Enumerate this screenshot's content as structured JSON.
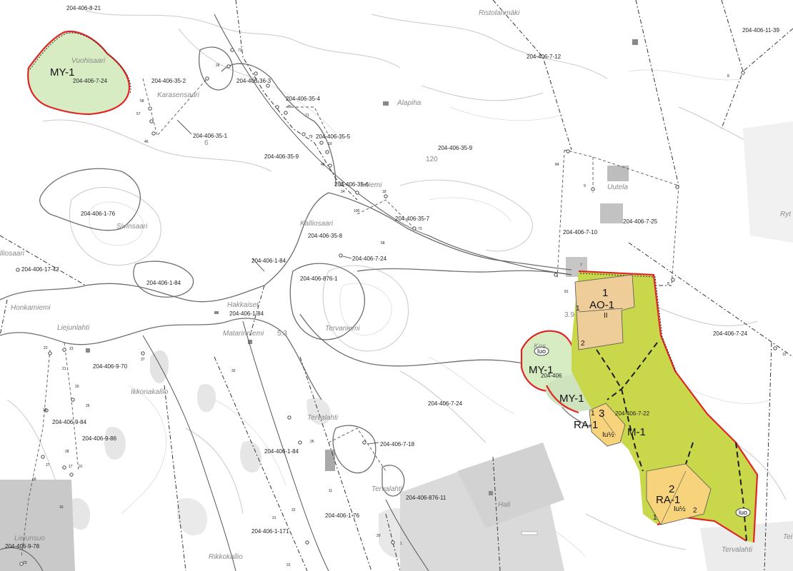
{
  "colors": {
    "my_zone": "#d7ecc3",
    "m_zone": "#c9d84a",
    "ao_zone": "#efcd98",
    "ra_zone": "#f7d37c",
    "boundary": "#e02525",
    "building": "#bdbdbd",
    "contour": "#c9c9c9"
  },
  "zones": [
    {
      "id": "my-north",
      "label": "MY-1",
      "icon": "none"
    },
    {
      "id": "my-east",
      "label": "MY-1",
      "badge": "luo"
    },
    {
      "id": "my-lower",
      "label": "MY-1"
    },
    {
      "id": "ao",
      "label": "AO-1",
      "number": "1",
      "mark": "II"
    },
    {
      "id": "m",
      "label": "M-1",
      "badge": "luo"
    },
    {
      "id": "ra-3",
      "label": "RA-1",
      "number": "3",
      "mark": "Iu½"
    },
    {
      "id": "ra-2",
      "label": "RA-1",
      "number": "2",
      "mark": "Iu½"
    }
  ],
  "zone_small_numbers": [
    "1",
    "2",
    "1",
    "1",
    "2"
  ],
  "place_names": [
    "Vuohisaari",
    "Karasensaari",
    "Alapiha",
    "Ristolanmäki",
    "Sivinsaari",
    "Kalliosaari",
    "Honkamiemi",
    "Liejunlahti",
    "Ikkonakallio",
    "Liejunsuo",
    "Tervaniemi",
    "Matarinniemi",
    "Tervalahti",
    "Hali",
    "Uutela",
    "Ryt",
    "Kos",
    "Tervalahti",
    "Rikkokallio",
    "Tei",
    "lliosaari",
    "Hakkaiset",
    "nniemi",
    "Tervalahti"
  ],
  "elevations": [
    "120",
    "5.3",
    "3.9",
    "6"
  ],
  "parcels": [
    "204-406-8-21",
    "204-406-7-24",
    "204-406-35-2",
    "204-406-36-3",
    "204-406-35-4",
    "204-406-35-1",
    "204-406-35-5",
    "204-406-35-9",
    "204-406-35-6",
    "204-406-35-7",
    "204-406-35-8",
    "204-406-1-76",
    "204-406-7-24",
    "204-406-876-1",
    "204-406-1-84",
    "204-406-1-84",
    "204-406-17-42",
    "204-406-1-84",
    "204-406-9-70",
    "204-406-9-84",
    "204-406-9-86",
    "204-406-1-84",
    "204-406-7-18",
    "204-406-876-11",
    "204-406-1-76",
    "204-406-1-171",
    "204-406-9-78",
    "204-406-7-24",
    "204-406-35-9",
    "204-406-7-12",
    "204-406-11-39",
    "204-406-7-10",
    "204-406-7-25",
    "204-406-7-24",
    "204-406-7-22",
    "204-406"
  ],
  "vertex_numbers": [
    "72",
    "26",
    "45",
    "71",
    "79",
    "19",
    "48",
    "24",
    "18",
    "100",
    "73",
    "68",
    "58",
    "57",
    "46",
    "7",
    "84",
    "81",
    "9",
    "8",
    "10",
    "22",
    "23",
    "21",
    "20",
    "25",
    "16",
    "28",
    "27",
    "17",
    "31",
    "18",
    "37",
    "32",
    "26",
    "11",
    "22",
    "21",
    "20",
    "1",
    "31",
    "16",
    "23",
    "8"
  ]
}
